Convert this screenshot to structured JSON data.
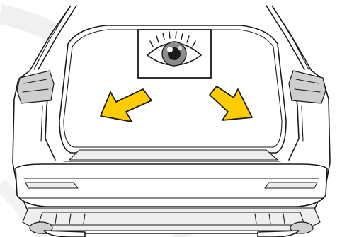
{
  "illustration": {
    "subject": "vehicle-rear-tailgate-open",
    "symbol": "eye-icon",
    "arrows": [
      {
        "name": "arrow-left-icon",
        "direction": "down-left"
      },
      {
        "name": "arrow-right-icon",
        "direction": "down-right"
      }
    ]
  },
  "colors": {
    "arrow_fill": "#FFCC00",
    "outline": "#1a1a1a",
    "light_grey": "#eeeeee",
    "mid_grey": "#cfcfcf",
    "background_arc": "#f0f0f0"
  }
}
